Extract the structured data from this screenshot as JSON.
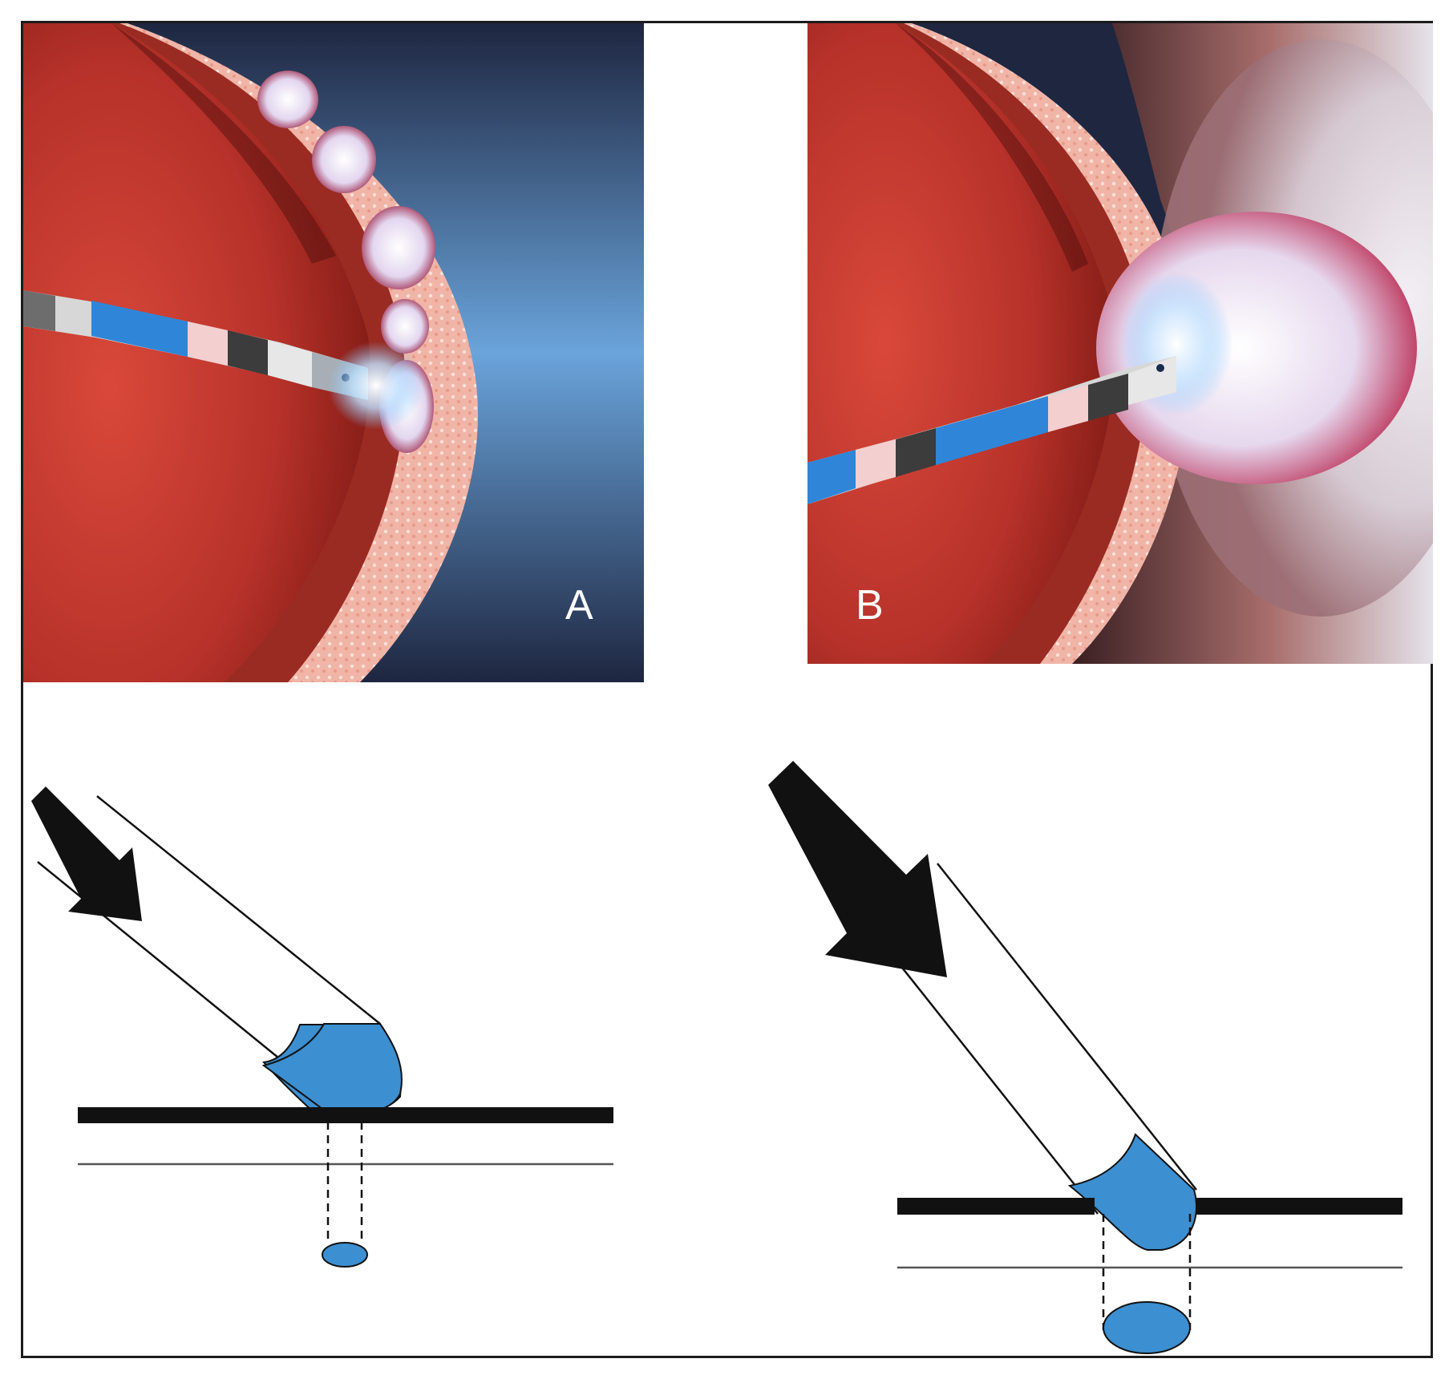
{
  "panels": [
    {
      "id": "A",
      "label": "A"
    },
    {
      "id": "B",
      "label": "B"
    }
  ],
  "colors": {
    "myocardium": "#c0392b",
    "myocardium_dark": "#8e1f17",
    "tissue_wall": "#efb2a5",
    "background_blue": "#5b9bd4",
    "background_dark": "#1f2a44",
    "catheter_blue": "#2e7fd0",
    "catheter_tip": "#3b8fd0",
    "lesion": "#e8dff0",
    "ink": "#111111"
  },
  "icons": [
    "arrow-icon",
    "catheter-icon"
  ]
}
